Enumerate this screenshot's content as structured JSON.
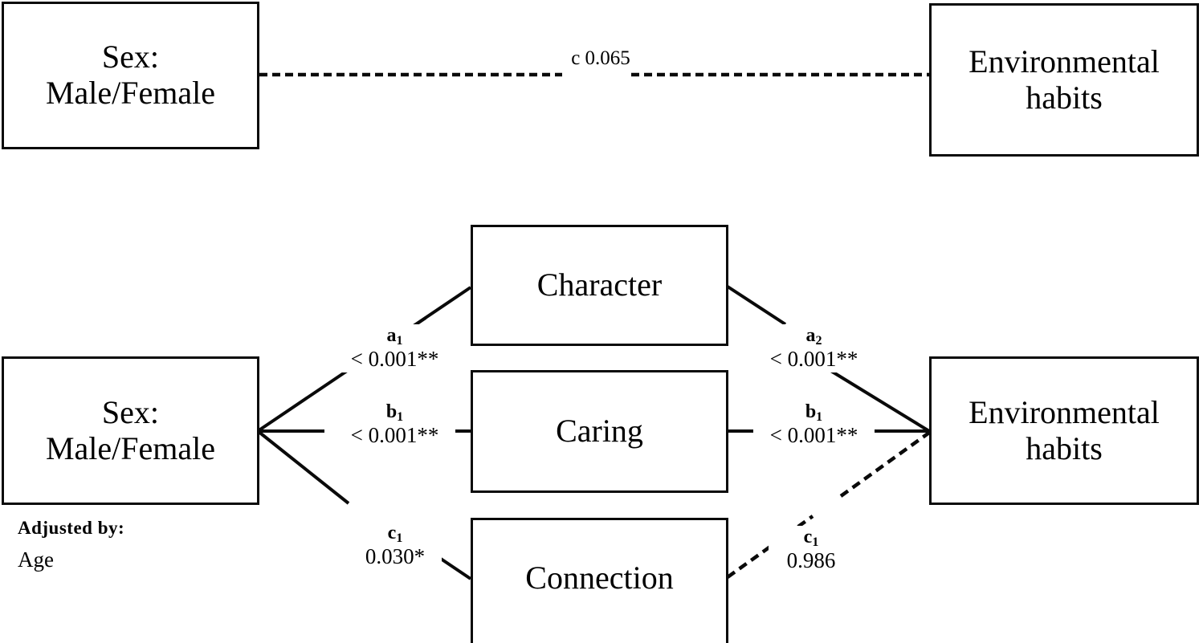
{
  "figure": {
    "type": "mediation-path-diagram",
    "background": "#ffffff",
    "line_color": "#0a0a0a"
  },
  "top_model": {
    "predictor": {
      "label": "Sex:\nMale/Female"
    },
    "outcome": {
      "label": "Environmental\nhabits"
    },
    "path": {
      "coefficient": "c",
      "p_value": "0.065",
      "combined_label": "c 0.065",
      "style": "dashed",
      "significant": false
    }
  },
  "bottom_model": {
    "predictor": {
      "label": "Sex:\nMale/Female"
    },
    "outcome": {
      "label": "Environmental\nhabits"
    },
    "mediators": [
      {
        "label": "Character"
      },
      {
        "label": "Caring"
      },
      {
        "label": "Connection"
      }
    ],
    "paths_left": [
      {
        "coefficient": "a",
        "subscript": "1",
        "p_value": "< 0.001**",
        "style": "solid",
        "significant": true
      },
      {
        "coefficient": "b",
        "subscript": "1",
        "p_value": "< 0.001**",
        "style": "solid",
        "significant": true
      },
      {
        "coefficient": "c",
        "subscript": "1",
        "p_value": "0.030*",
        "style": "solid",
        "significant": true
      }
    ],
    "paths_right": [
      {
        "coefficient": "a",
        "subscript": "2",
        "p_value": "< 0.001**",
        "style": "solid",
        "significant": true
      },
      {
        "coefficient": "b",
        "subscript": "1",
        "p_value": "< 0.001**",
        "style": "solid",
        "significant": true
      },
      {
        "coefficient": "c",
        "subscript": "1",
        "p_value": "0.986",
        "style": "dashed",
        "significant": false
      }
    ],
    "covariates": {
      "heading": "Adjusted by:",
      "value": "Age"
    }
  }
}
